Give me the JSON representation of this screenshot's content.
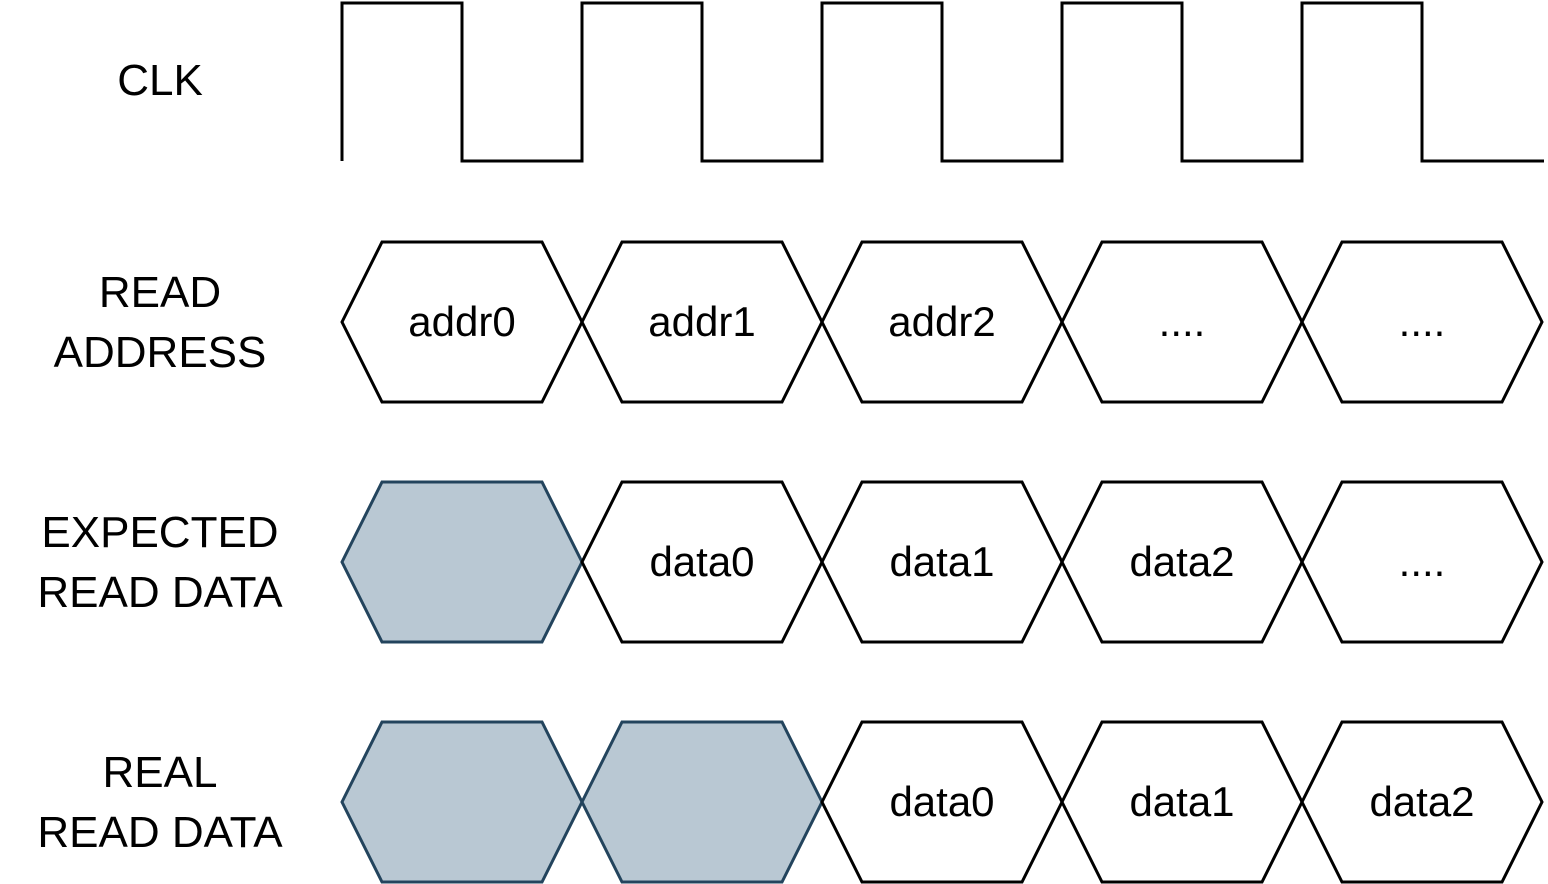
{
  "diagram": {
    "clock": {
      "label": [
        "CLK"
      ]
    },
    "buses": [
      {
        "label": [
          "READ",
          "ADDRESS"
        ],
        "cells": [
          {
            "text": "addr0",
            "state": "valid"
          },
          {
            "text": "addr1",
            "state": "valid"
          },
          {
            "text": "addr2",
            "state": "valid"
          },
          {
            "text": "....",
            "state": "valid"
          },
          {
            "text": "....",
            "state": "valid"
          }
        ]
      },
      {
        "label": [
          "EXPECTED",
          "READ DATA"
        ],
        "cells": [
          {
            "text": "",
            "state": "invalid"
          },
          {
            "text": "data0",
            "state": "valid"
          },
          {
            "text": "data1",
            "state": "valid"
          },
          {
            "text": "data2",
            "state": "valid"
          },
          {
            "text": "....",
            "state": "valid"
          }
        ]
      },
      {
        "label": [
          "REAL",
          "READ DATA"
        ],
        "cells": [
          {
            "text": "",
            "state": "invalid"
          },
          {
            "text": "",
            "state": "invalid"
          },
          {
            "text": "data0",
            "state": "valid"
          },
          {
            "text": "data1",
            "state": "valid"
          },
          {
            "text": "data2",
            "state": "valid"
          }
        ]
      }
    ],
    "colors": {
      "line": "#000000",
      "invalid_fill": "#b9c8d3",
      "invalid_stroke": "#23445d"
    }
  }
}
